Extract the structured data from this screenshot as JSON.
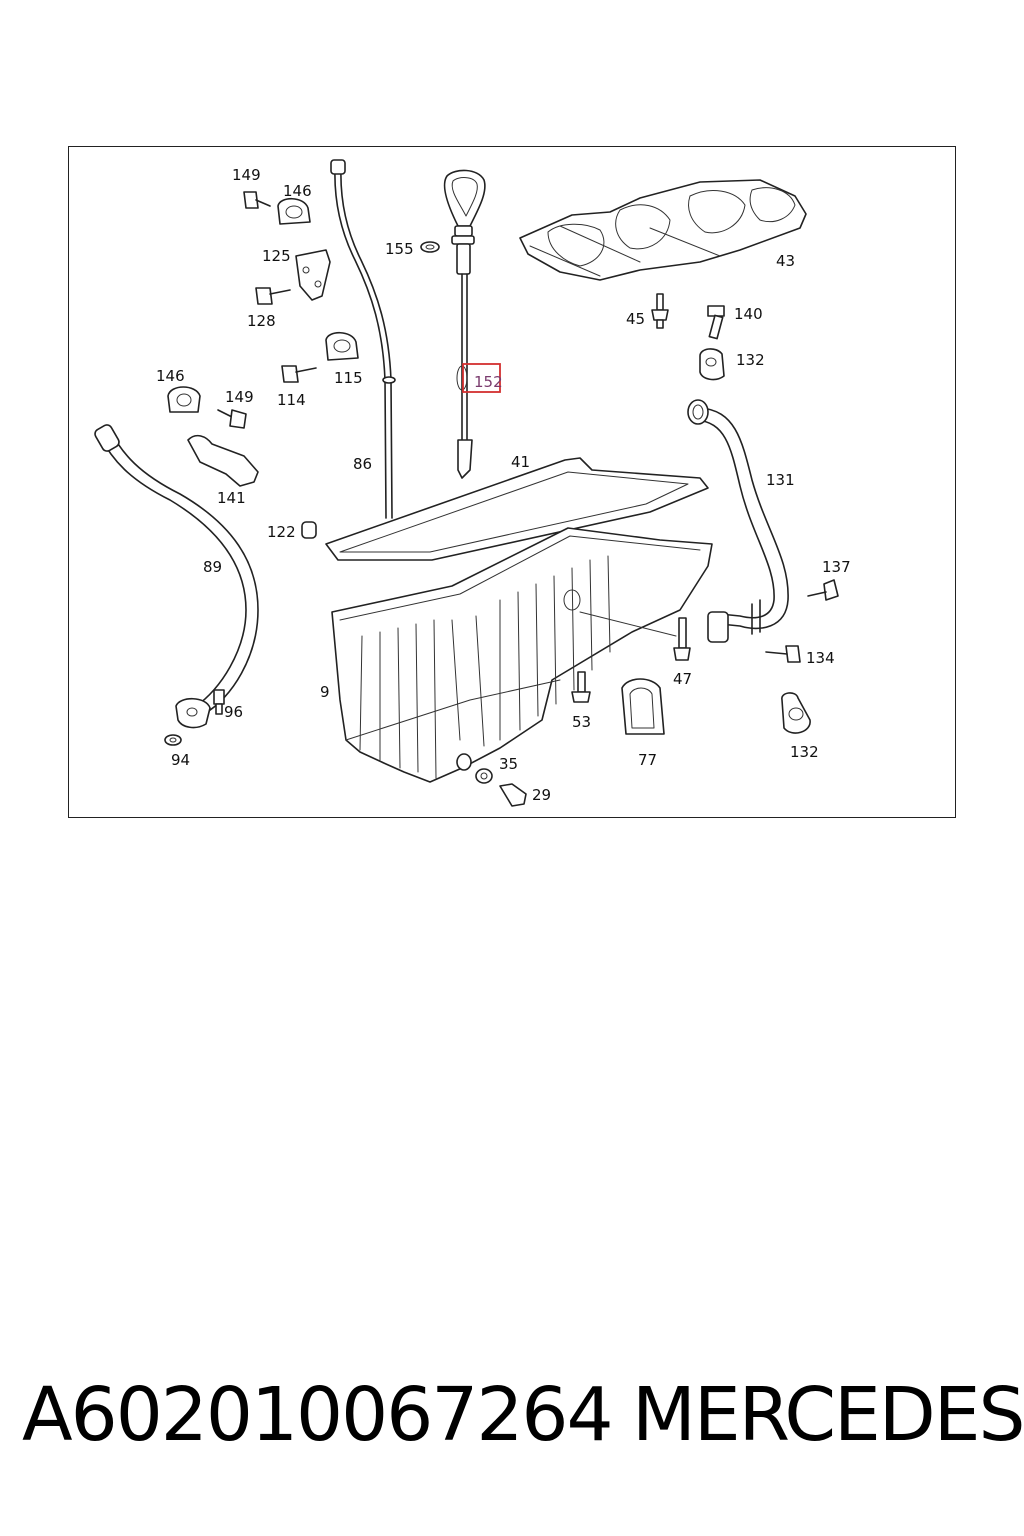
{
  "diagram": {
    "highlight_color": "#d32f2f",
    "callouts": [
      {
        "id": "149a",
        "text": "149"
      },
      {
        "id": "146a",
        "text": "146"
      },
      {
        "id": "125",
        "text": "125"
      },
      {
        "id": "128",
        "text": "128"
      },
      {
        "id": "155",
        "text": "155"
      },
      {
        "id": "43",
        "text": "43"
      },
      {
        "id": "45",
        "text": "45"
      },
      {
        "id": "140",
        "text": "140"
      },
      {
        "id": "132a",
        "text": "132"
      },
      {
        "id": "146b",
        "text": "146"
      },
      {
        "id": "149b",
        "text": "149"
      },
      {
        "id": "115",
        "text": "115"
      },
      {
        "id": "114",
        "text": "114"
      },
      {
        "id": "152",
        "text": "152",
        "highlighted": true
      },
      {
        "id": "86",
        "text": "86"
      },
      {
        "id": "41",
        "text": "41"
      },
      {
        "id": "141",
        "text": "141"
      },
      {
        "id": "131",
        "text": "131"
      },
      {
        "id": "122",
        "text": "122"
      },
      {
        "id": "89",
        "text": "89"
      },
      {
        "id": "137",
        "text": "137"
      },
      {
        "id": "134",
        "text": "134"
      },
      {
        "id": "47",
        "text": "47"
      },
      {
        "id": "9",
        "text": "9"
      },
      {
        "id": "96",
        "text": "96"
      },
      {
        "id": "53",
        "text": "53"
      },
      {
        "id": "77",
        "text": "77"
      },
      {
        "id": "132b",
        "text": "132"
      },
      {
        "id": "94",
        "text": "94"
      },
      {
        "id": "35",
        "text": "35"
      },
      {
        "id": "29",
        "text": "29"
      }
    ]
  },
  "footer": {
    "part_number": "A602010067264",
    "brand": "MERCEDES"
  }
}
